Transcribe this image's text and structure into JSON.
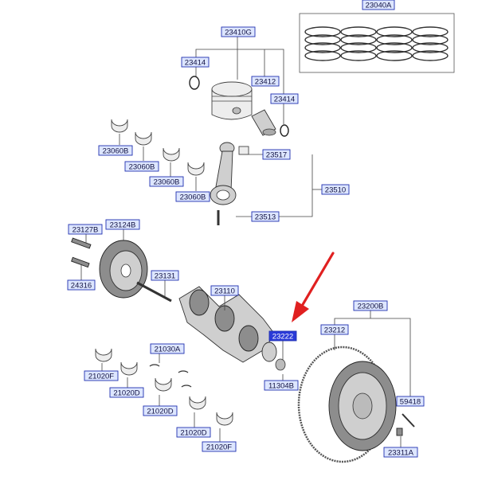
{
  "labels": [
    {
      "id": "23040A",
      "text": "23040A"
    },
    {
      "id": "23410G",
      "text": "23410G"
    },
    {
      "id": "23414a",
      "text": "23414"
    },
    {
      "id": "23412",
      "text": "23412"
    },
    {
      "id": "23414b",
      "text": "23414"
    },
    {
      "id": "23060Ba",
      "text": "23060B"
    },
    {
      "id": "23060Bb",
      "text": "23060B"
    },
    {
      "id": "23060Bc",
      "text": "23060B"
    },
    {
      "id": "23060Bd",
      "text": "23060B"
    },
    {
      "id": "23517",
      "text": "23517"
    },
    {
      "id": "23510",
      "text": "23510"
    },
    {
      "id": "23513",
      "text": "23513"
    },
    {
      "id": "23127B",
      "text": "23127B"
    },
    {
      "id": "23124B",
      "text": "23124B"
    },
    {
      "id": "24316",
      "text": "24316"
    },
    {
      "id": "23131",
      "text": "23131"
    },
    {
      "id": "23110",
      "text": "23110"
    },
    {
      "id": "23222",
      "text": "23222"
    },
    {
      "id": "11304B",
      "text": "11304B"
    },
    {
      "id": "23200B",
      "text": "23200B"
    },
    {
      "id": "23212",
      "text": "23212"
    },
    {
      "id": "59418",
      "text": "59418"
    },
    {
      "id": "23311A",
      "text": "23311A"
    },
    {
      "id": "21030A",
      "text": "21030A"
    },
    {
      "id": "21020Fa",
      "text": "21020F"
    },
    {
      "id": "21020Da",
      "text": "21020D"
    },
    {
      "id": "21020Db",
      "text": "21020D"
    },
    {
      "id": "21020Dc",
      "text": "21020D"
    },
    {
      "id": "21020Fb",
      "text": "21020F"
    }
  ],
  "highlighted_label": "23222",
  "colors": {
    "label_fill": "#dde6ff",
    "label_border": "#2030b0",
    "highlight_fill": "#2a3ad8",
    "arrow": "#e02020"
  }
}
